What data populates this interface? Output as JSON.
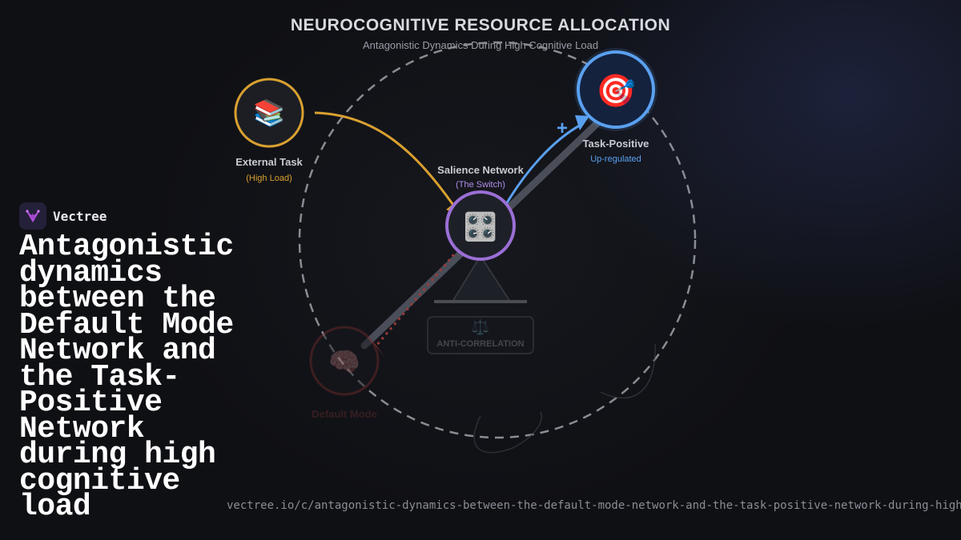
{
  "diagram": {
    "title": "NEUROCOGNITIVE RESOURCE ALLOCATION",
    "subtitle": "Antagonistic Dynamics During High Cognitive Load",
    "nodes": {
      "external_task": {
        "label": "External Task",
        "sublabel": "(High Load)",
        "icon": "📚",
        "icon_name": "books-icon",
        "color": "#d9a030"
      },
      "task_positive": {
        "label": "Task-Positive",
        "sublabel": "Up-regulated",
        "icon": "🎯",
        "icon_name": "target-icon",
        "color": "#5aa0f0"
      },
      "salience": {
        "label": "Salience Network",
        "sublabel": "(The Switch)",
        "icon": "🎛️",
        "icon_name": "control-knobs-icon",
        "color": "#9b6fd6"
      },
      "default_mode": {
        "label": "Default Mode",
        "icon": "🧠",
        "icon_name": "brain-icon",
        "color": "#b04040"
      }
    },
    "plus_sign": "+",
    "anti_correlation": {
      "label": "ANTI-CORRELATION",
      "icon": "⚖️",
      "icon_name": "balance-scale-icon"
    }
  },
  "brand": {
    "name": "Vectree"
  },
  "headline": "Antagonistic dynamics between the Default Mode Network and the Task-Positive Network during high cognitive load",
  "url": "vectree.io/c/antagonistic-dynamics-between-the-default-mode-network-and-the-task-positive-network-during-high"
}
